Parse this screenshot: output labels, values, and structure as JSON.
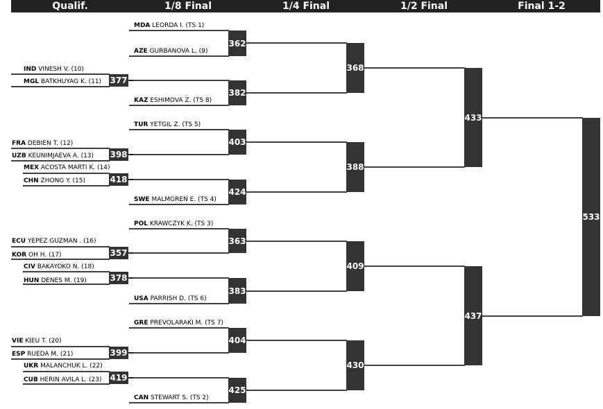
{
  "rounds": [
    "Qualif.",
    "1/8 Final",
    "1/4 Final",
    "1/2 Final",
    "Final 1-2"
  ],
  "colors": {
    "header": "#222222",
    "box": "#333333",
    "text_on_box": "#ffffff",
    "line": "#000000"
  },
  "qualif": [
    {
      "team": "IND",
      "name": "VINESH V. (10)"
    },
    {
      "team": "MGL",
      "name": "BATKHUYAG K. (11)"
    },
    {
      "team": "FRA",
      "name": "DEBIEN T. (12)"
    },
    {
      "team": "UZB",
      "name": "KEUNIMJAEVA A. (13)"
    },
    {
      "team": "MEX",
      "name": "ACOSTA MARTI K. (14)"
    },
    {
      "team": "CHN",
      "name": "ZHONG Y. (15)"
    },
    {
      "team": "ECU",
      "name": "YEPEZ GUZMAN . (16)"
    },
    {
      "team": "KOR",
      "name": "OH H. (17)"
    },
    {
      "team": "CIV",
      "name": "BAKAYOKO N. (18)"
    },
    {
      "team": "HUN",
      "name": "DENES M. (19)"
    },
    {
      "team": "VIE",
      "name": "KIEU T. (20)"
    },
    {
      "team": "ESP",
      "name": "RUEDA M. (21)"
    },
    {
      "team": "UKR",
      "name": "MALANCHUK L. (22)"
    },
    {
      "team": "CUB",
      "name": "HERIN AVILA L. (23)"
    }
  ],
  "qualif_matches": [
    "377",
    "398",
    "418",
    "357",
    "378",
    "399",
    "419"
  ],
  "round16_players": [
    {
      "team": "MDA",
      "name": "LEORDA I. (TS 1)"
    },
    {
      "team": "AZE",
      "name": "GURBANOVA L. (9)"
    },
    {
      "team": "KAZ",
      "name": "ESHIMOVA Z. (TS 8)"
    },
    {
      "team": "TUR",
      "name": "YETGIL Z. (TS 5)"
    },
    {
      "team": "SWE",
      "name": "MALMGREN E. (TS 4)"
    },
    {
      "team": "POL",
      "name": "KRAWCZYK K. (TS 3)"
    },
    {
      "team": "USA",
      "name": "PARRISH D. (TS 6)"
    },
    {
      "team": "GRE",
      "name": "PREVOLARAKI M. (TS 7)"
    },
    {
      "team": "CAN",
      "name": "STEWART S. (TS 2)"
    }
  ],
  "round16_matches": [
    "362",
    "382",
    "403",
    "424",
    "363",
    "383",
    "404",
    "425"
  ],
  "quarter_matches": [
    "368",
    "388",
    "409",
    "430"
  ],
  "semi_matches": [
    "433",
    "437"
  ],
  "final_match": "533"
}
